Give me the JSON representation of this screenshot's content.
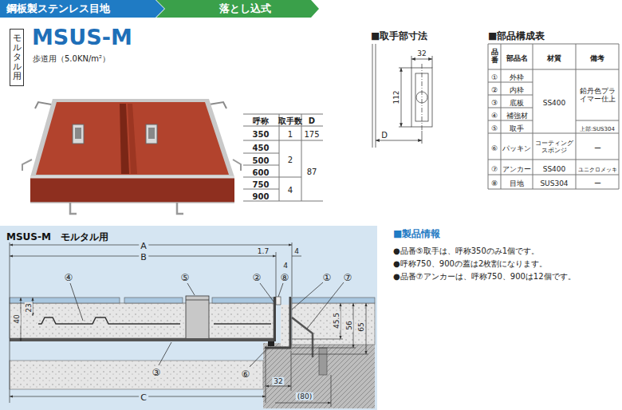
{
  "diagram": {
    "title": "MSUS-M",
    "nodes": [
      {
        "text": [
          "鋼板製ステンレス目地"
        ]
      },
      {
        "text": [
          "落とし込式"
        ]
      },
      {
        "text": [
          "モルタル用"
        ]
      },
      {
        "text": [
          "MSUS-M　モルタル用"
        ]
      }
    ],
    "labels": [
      "歩道用（5.0KN/m²）",
      "呼称",
      "取手数",
      "D",
      "350",
      "1",
      "175",
      "450",
      "500",
      "600",
      "2",
      "750",
      "900",
      "4",
      "87",
      "■取手部寸法",
      "32",
      "112",
      "D",
      "■部品構成表",
      "品番",
      "部品名",
      "材質",
      "備考",
      "①",
      "外枠",
      "②",
      "内枠",
      "③",
      "底板",
      "④",
      "補強材",
      "SS400",
      "鉛丹色プライマー仕上",
      "⑤",
      "取手",
      "上部:SUS304",
      "⑥",
      "パッキン",
      "コーティングスポンジ",
      "ー",
      "⑦",
      "アンカー",
      "SS400",
      "ユニクロメッキ",
      "⑧",
      "目地",
      "SUS304",
      "ー",
      "A",
      "B",
      "1.7",
      "4",
      "4",
      "④",
      "⑤",
      "②",
      "⑧",
      "①",
      "⑦",
      "40",
      "23",
      "45.5",
      "56",
      "65",
      "③",
      "⑥",
      "C",
      "32",
      "(80)",
      "■製品情報",
      "●品番⑤取手は、呼称350のみ1個です。",
      "●呼称750、900の蓋は2枚割になります。",
      "●品番⑦アンカーは、呼称750、900は12個です。"
    ]
  }
}
